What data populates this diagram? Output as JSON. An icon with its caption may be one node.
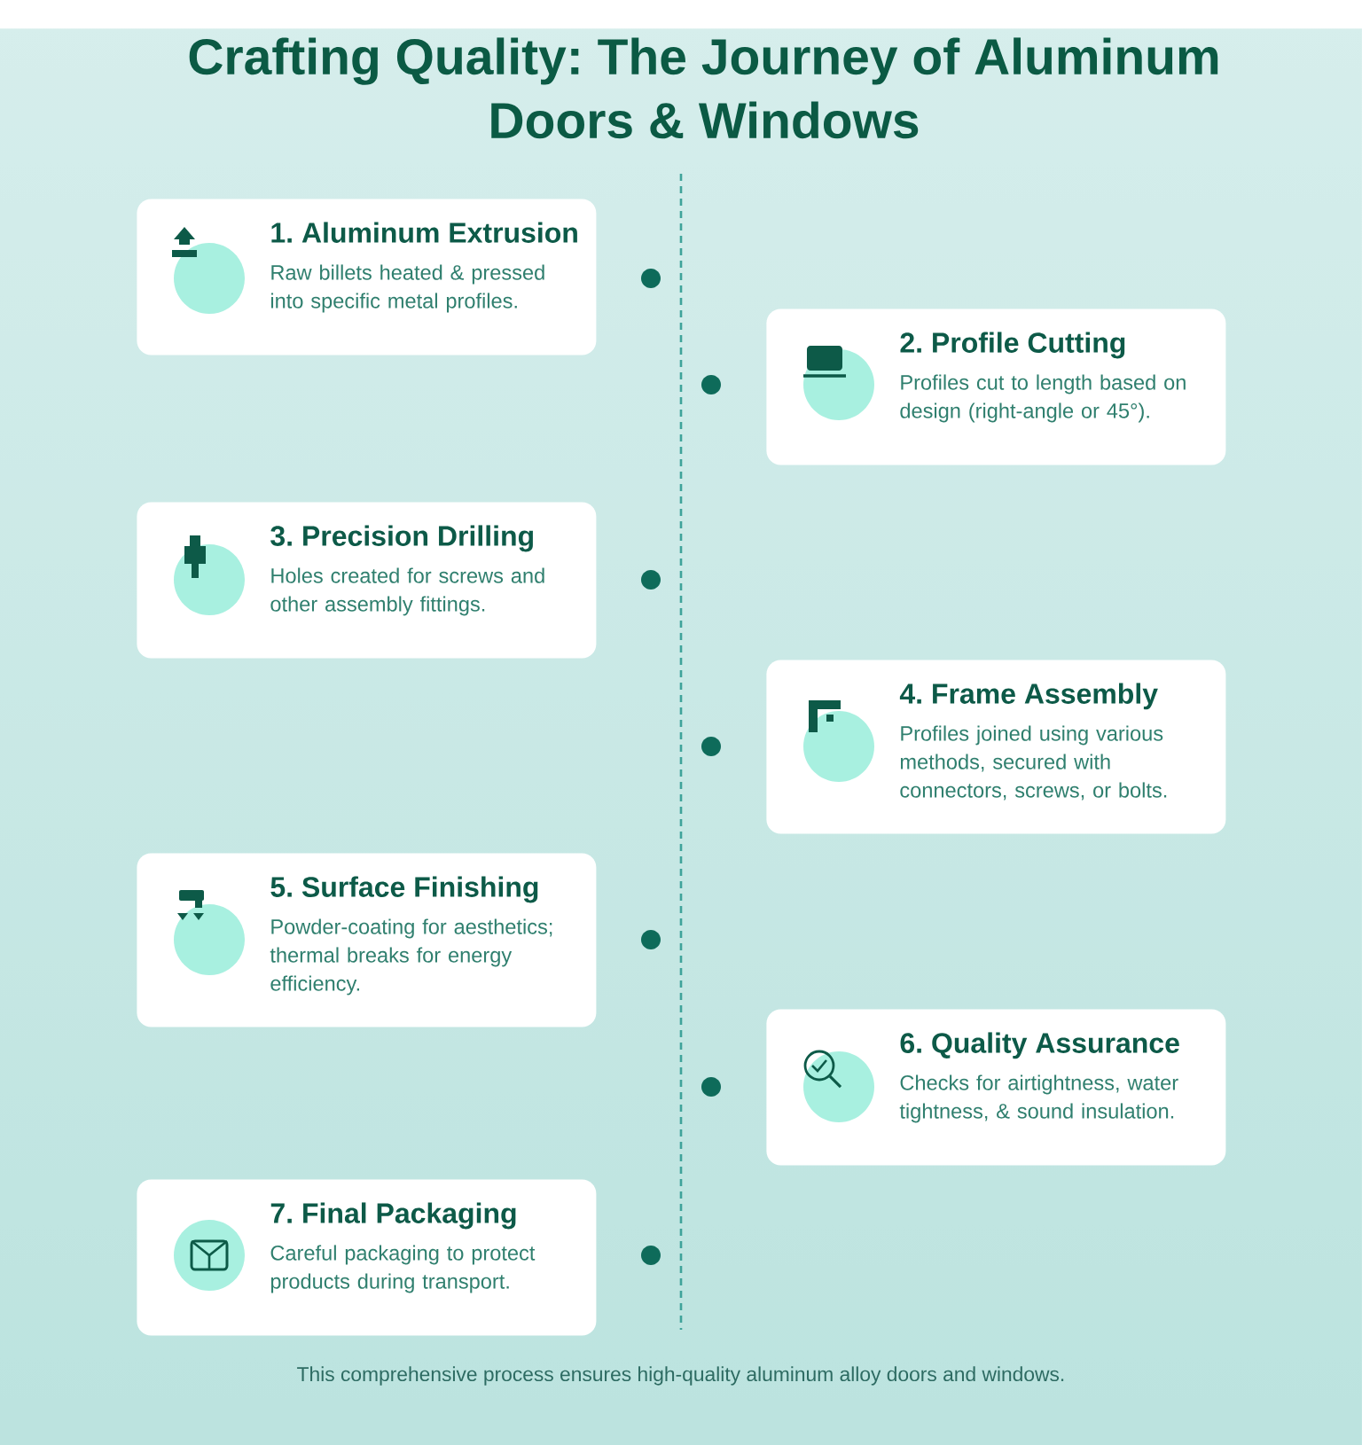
{
  "diagram": {
    "title": "Crafting Quality: The Journey of Aluminum Doors & Windows",
    "caption": "This comprehensive process ensures high-quality aluminum alloy doors and windows.",
    "nodes": [
      {
        "text": [
          "1. Aluminum Extrusion",
          "Raw billets heated & pressed into specific metal profiles."
        ]
      },
      {
        "text": [
          "2. Profile Cutting",
          "Profiles cut to length based on design (right-angle or 45°)."
        ]
      },
      {
        "text": [
          "3. Precision Drilling",
          "Holes created for screws and other assembly fittings."
        ]
      },
      {
        "text": [
          "4. Frame Assembly",
          "Profiles joined using various methods, secured with connectors, screws, or bolts."
        ]
      },
      {
        "text": [
          "5. Surface Finishing",
          "Powder-coating for aesthetics; thermal breaks for energy efficiency."
        ]
      },
      {
        "text": [
          "6. Quality Assurance",
          "Checks for airtightness, water tightness, & sound insulation."
        ]
      },
      {
        "text": [
          "7. Final Packaging",
          "Careful packaging to protect products during transport."
        ]
      }
    ]
  }
}
